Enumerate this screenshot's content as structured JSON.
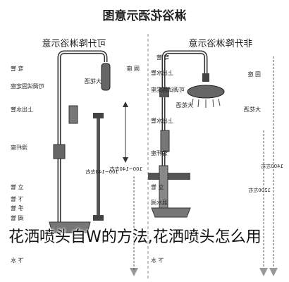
{
  "title": "淋浴花洒示意图",
  "panels": {
    "left": {
      "heading": "非升降淋浴示意",
      "labels": [
        "弯 管",
        "上出水管",
        "可调试固定座",
        "大花洒",
        "上出水管",
        "滑杆座",
        "立 管",
        "混水阀",
        "下 水"
      ],
      "left_labels": [
        "固 座",
        "大花洒"
      ],
      "dims": [
        "1400左右",
        "1200左右"
      ]
    },
    "right": {
      "heading": "可升降淋浴示意",
      "labels": [
        "弯 管",
        "可调试固定座",
        "上出水管",
        "大花洒",
        "滑杆座",
        "立 管",
        "下 管",
        "手 管",
        "阀 管",
        "下 水"
      ],
      "left_labels": [
        "固 座"
      ],
      "dims": [
        "100~140左右",
        "100~140左右"
      ]
    }
  },
  "caption": "花洒喷头自W的方法,花洒喷头怎么用"
}
